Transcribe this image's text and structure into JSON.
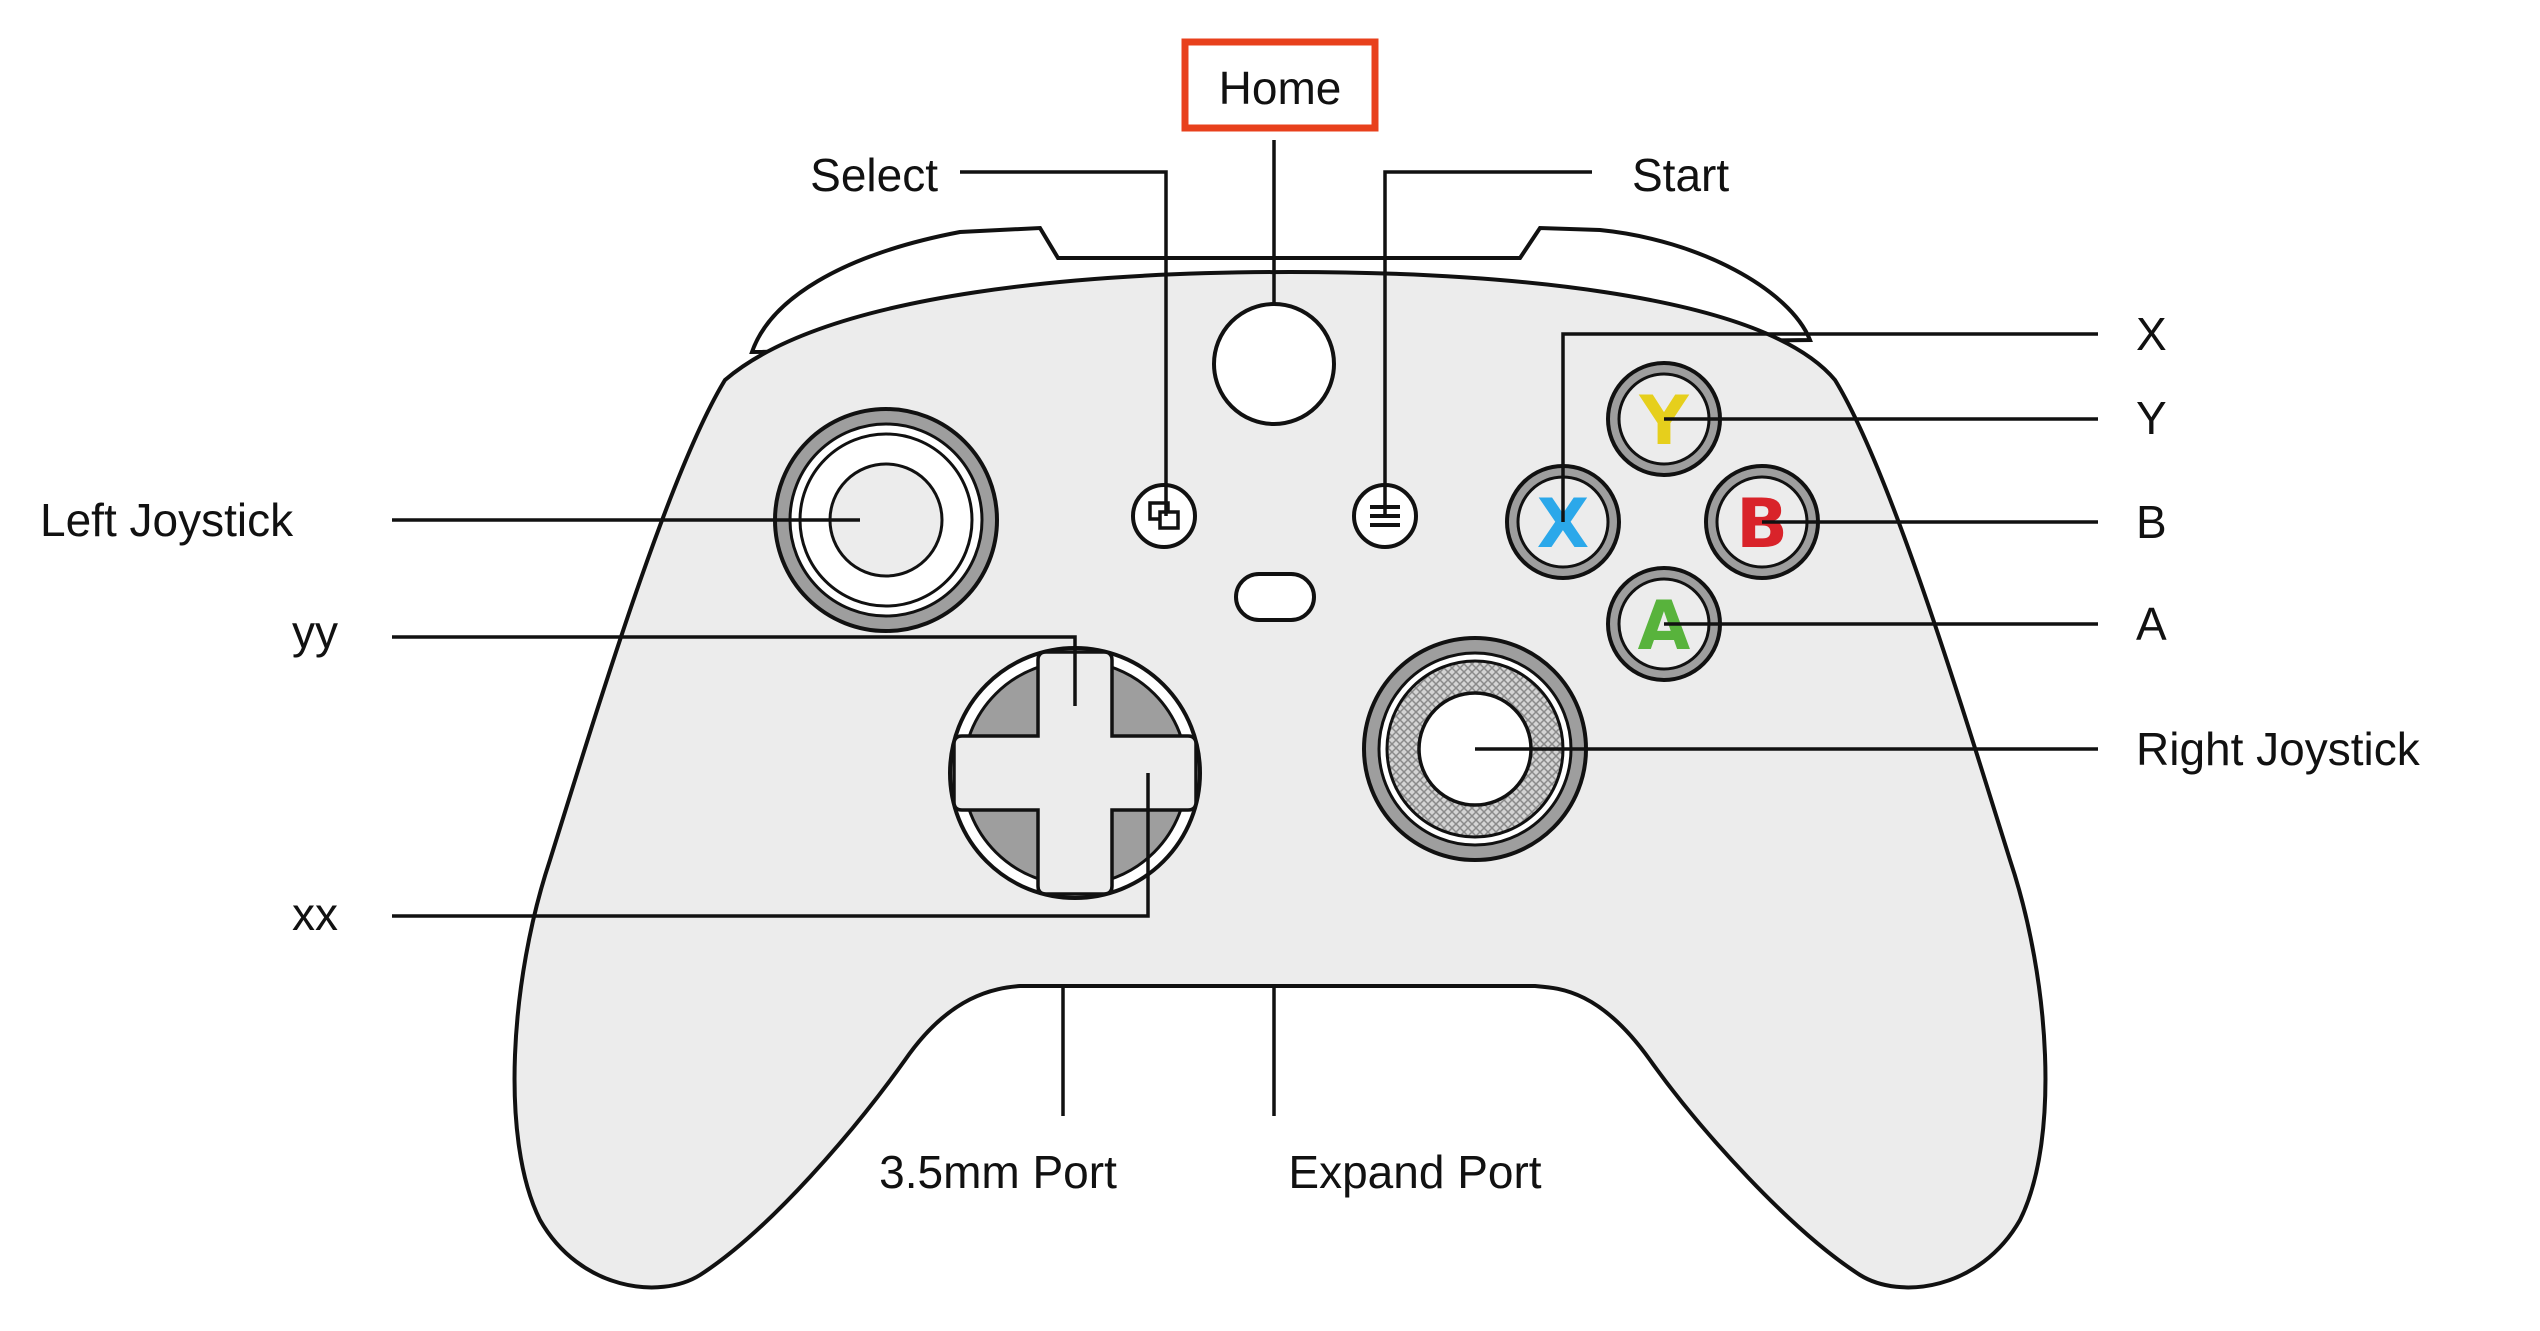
{
  "labels": {
    "home": "Home",
    "select": "Select",
    "start": "Start",
    "x": "X",
    "y": "Y",
    "b": "B",
    "a": "A",
    "left_joystick": "Left Joystick",
    "yy": "yy",
    "xx": "xx",
    "right_joystick": "Right Joystick",
    "port_35mm": "3.5mm Port",
    "expand_port": "Expand Port"
  },
  "face_buttons": {
    "y": {
      "letter": "Y",
      "color": "#e6cf1c"
    },
    "x": {
      "letter": "X",
      "color": "#2ba8ea"
    },
    "b": {
      "letter": "B",
      "color": "#d9232a"
    },
    "a": {
      "letter": "A",
      "color": "#58b33c"
    }
  },
  "colors": {
    "body_fill": "#ececec",
    "outline": "#111111",
    "ring_gray": "#9e9e9e",
    "highlight_box": "#e8401c"
  }
}
